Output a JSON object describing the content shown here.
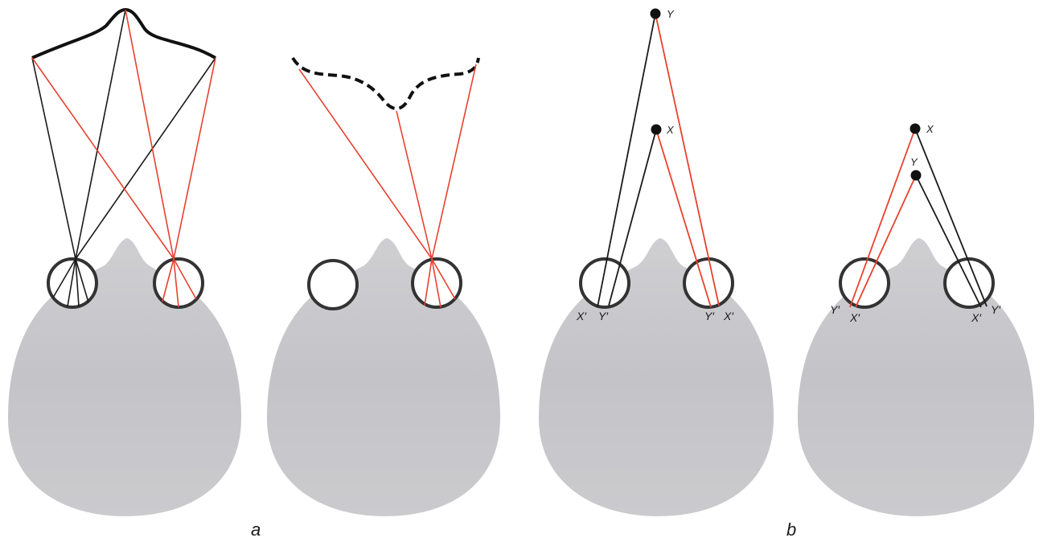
{
  "panel_labels": {
    "a": "a",
    "b": "b"
  },
  "points": {
    "x": "X",
    "y": "Y"
  },
  "projections": {
    "x": "X′",
    "y": "Y′"
  },
  "colors": {
    "head": "#c9c9cc",
    "eye_outline": "#333333",
    "eye_fill": "#ffffff",
    "ray_black": "#1a1a1a",
    "ray_red": "#e8412f",
    "contour": "#111111",
    "background": "#ffffff"
  }
}
